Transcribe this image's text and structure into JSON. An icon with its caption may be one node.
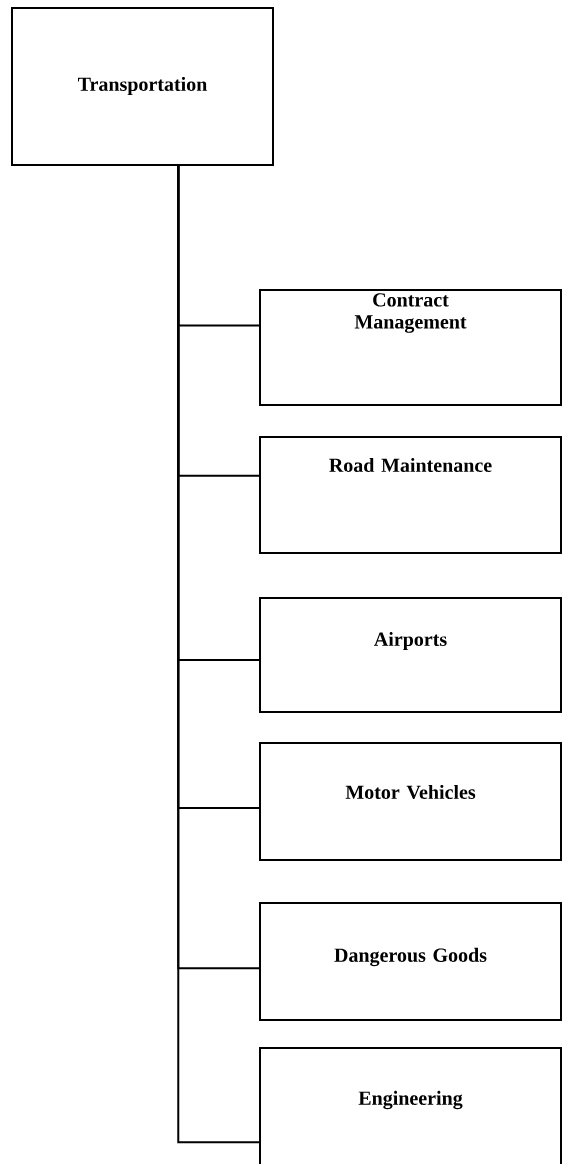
{
  "diagram": {
    "nodes": [
      {
        "text": [
          "Transportation"
        ]
      },
      {
        "text": [
          "Contract Management"
        ]
      },
      {
        "text": [
          "Road Maintenance"
        ]
      },
      {
        "text": [
          "Airports"
        ]
      },
      {
        "text": [
          "Motor Vehicles"
        ]
      },
      {
        "text": [
          "Dangerous Goods"
        ]
      },
      {
        "text": [
          "Engineering"
        ]
      }
    ],
    "edges": [
      {
        "from": 0,
        "to": 1,
        "arrow": "none"
      },
      {
        "from": 0,
        "to": 2,
        "arrow": "none"
      },
      {
        "from": 0,
        "to": 3,
        "arrow": "none"
      },
      {
        "from": 0,
        "to": 4,
        "arrow": "none"
      },
      {
        "from": 0,
        "to": 5,
        "arrow": "none"
      },
      {
        "from": 0,
        "to": 6,
        "arrow": "none"
      }
    ]
  }
}
